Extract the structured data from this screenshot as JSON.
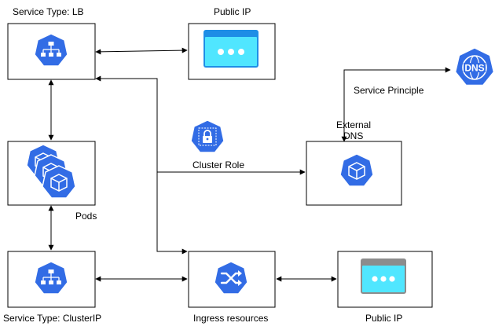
{
  "colors": {
    "k8s_blue": "#326ce5",
    "ip_blue": "#1e8ee6",
    "ip_screen": "#50e6ff",
    "ip_gray": "#8c8c8c",
    "line": "#000000",
    "box_border": "#000000",
    "background": "#ffffff"
  },
  "nodes": {
    "lb": {
      "label": "Service Type: LB",
      "icon": "kubernetes-service-icon"
    },
    "public_ip_top": {
      "label": "Public IP",
      "icon": "public-ip-window-icon"
    },
    "dns": {
      "label": "DNS",
      "icon": "dns-globe-icon"
    },
    "pods": {
      "label": "Pods",
      "icon": "kubernetes-pods-icon"
    },
    "cluster_role": {
      "label": "Cluster Role",
      "icon": "cluster-role-lock-icon"
    },
    "external_dns": {
      "label_line1": "External",
      "label_line2": "DNS",
      "icon": "kubernetes-pod-icon"
    },
    "cluster_ip": {
      "label": "Service Type: ClusterIP",
      "icon": "kubernetes-service-icon"
    },
    "ingress": {
      "label": "Ingress resources",
      "icon": "kubernetes-ingress-icon"
    },
    "public_ip_bottom": {
      "label": "Public IP",
      "icon": "public-ip-window-icon"
    }
  },
  "edges": {
    "service_principle": "Service Principle"
  }
}
